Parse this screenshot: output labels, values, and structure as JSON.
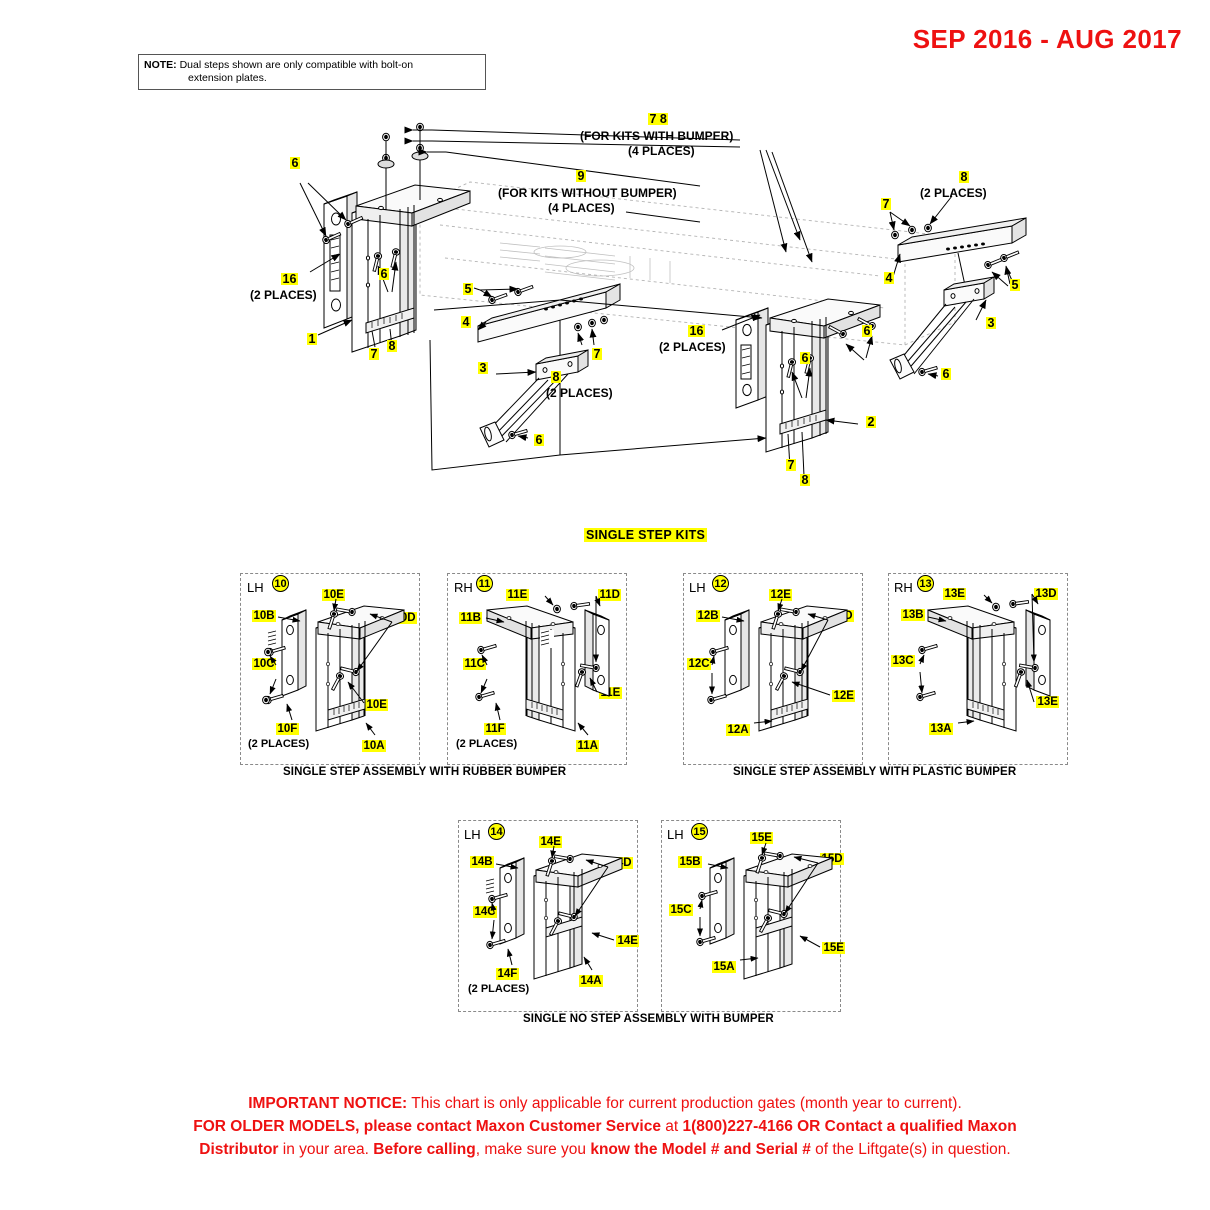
{
  "header": {
    "date_range": "SEP 2016 - AUG 2017"
  },
  "note": {
    "label": "NOTE:",
    "line1": "Dual steps shown are only compatible with bolt-on",
    "line2": "extension plates."
  },
  "main_diagram": {
    "callouts": [
      {
        "id": "c1",
        "text": "1"
      },
      {
        "id": "c2",
        "text": "2"
      },
      {
        "id": "c3a",
        "text": "3"
      },
      {
        "id": "c3b",
        "text": "3"
      },
      {
        "id": "c4a",
        "text": "4"
      },
      {
        "id": "c4b",
        "text": "4"
      },
      {
        "id": "c5a",
        "text": "5"
      },
      {
        "id": "c5b",
        "text": "5"
      },
      {
        "id": "c6a",
        "text": "6"
      },
      {
        "id": "c6b",
        "text": "6"
      },
      {
        "id": "c6c",
        "text": "6"
      },
      {
        "id": "c6d",
        "text": "6"
      },
      {
        "id": "c6e",
        "text": "6"
      },
      {
        "id": "c6f",
        "text": "6"
      },
      {
        "id": "c7a",
        "text": "7"
      },
      {
        "id": "c7b",
        "text": "7"
      },
      {
        "id": "c7c",
        "text": "7"
      },
      {
        "id": "c7d",
        "text": "7"
      },
      {
        "id": "c8a",
        "text": "8"
      },
      {
        "id": "c8b",
        "text": "8"
      },
      {
        "id": "c8c",
        "text": "8"
      },
      {
        "id": "c8d",
        "text": "8"
      },
      {
        "id": "c16a",
        "text": "16"
      },
      {
        "id": "c16b",
        "text": "16"
      }
    ],
    "bumper_group": {
      "nums": "7  8",
      "line1": "(FOR KITS WITH BUMPER)",
      "line2": "(4 PLACES)"
    },
    "no_bumper_group": {
      "num": "9",
      "line1": "(FOR KITS WITHOUT BUMPER)",
      "line2": "(4 PLACES)"
    },
    "two_places_a": "(2 PLACES)",
    "two_places_b": "(2 PLACES)",
    "two_places_c": "(2 PLACES)",
    "two_places_d": "(2 PLACES)"
  },
  "kits_section": {
    "title": "SINGLE STEP KITS",
    "groups": [
      {
        "caption": "SINGLE STEP ASSEMBLY WITH RUBBER BUMPER",
        "kits": [
          {
            "hand": "LH",
            "number": "10",
            "labels": [
              "10B",
              "10C",
              "10D",
              "10E",
              "10E",
              "10F",
              "10A"
            ],
            "two_places": "(2 PLACES)"
          },
          {
            "hand": "RH",
            "number": "11",
            "labels": [
              "11B",
              "11C",
              "11D",
              "11E",
              "11E",
              "11F",
              "11A"
            ],
            "two_places": "(2 PLACES)"
          }
        ]
      },
      {
        "caption": "SINGLE STEP ASSEMBLY WITH PLASTIC BUMPER",
        "kits": [
          {
            "hand": "LH",
            "number": "12",
            "labels": [
              "12B",
              "12C",
              "12D",
              "12E",
              "12E",
              "12A"
            ],
            "two_places": ""
          },
          {
            "hand": "RH",
            "number": "13",
            "labels": [
              "13B",
              "13C",
              "13D",
              "13E",
              "13E",
              "13A"
            ],
            "two_places": ""
          }
        ]
      },
      {
        "caption": "SINGLE NO STEP ASSEMBLY WITH BUMPER",
        "kits": [
          {
            "hand": "LH",
            "number": "14",
            "labels": [
              "14B",
              "14C",
              "14D",
              "14E",
              "14E",
              "14F",
              "14A"
            ],
            "two_places": "(2 PLACES)"
          },
          {
            "hand": "LH",
            "number": "15",
            "labels": [
              "15B",
              "15C",
              "15D",
              "15E",
              "15E",
              "15A"
            ],
            "two_places": ""
          }
        ]
      }
    ]
  },
  "notice": {
    "b1": "IMPORTANT NOTICE:",
    "t1": " This chart is only applicable for current production gates (month year to current).",
    "b2": "FOR OLDER MODELS, please contact Maxon Customer Service",
    "t2": " at ",
    "b3": "1(800)227-4166 OR Contact a qualified Maxon",
    "b4": "Distributor",
    "t3": " in your area. ",
    "b5": "Before calling",
    "t4": ", make sure you ",
    "b6": "know the Model # and Serial #",
    "t5": " of the Liftgate(s) in question."
  },
  "colors": {
    "highlight": "#ffff00",
    "notice_red": "#ee1111",
    "line": "#000000",
    "ghost": "#b0b0b0"
  }
}
